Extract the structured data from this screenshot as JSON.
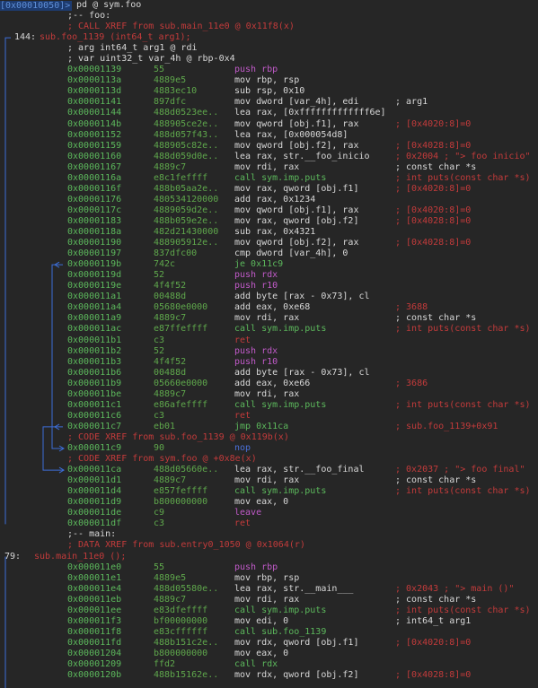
{
  "command": {
    "prompt": "[0x00010050]>",
    "text": " pd @ sym.foo"
  },
  "lines": [
    {
      "addr": "",
      "bytes": "",
      "op": ";-- foo:",
      "cmt": "",
      "kind": "label"
    },
    {
      "addr": "",
      "bytes": "",
      "op": "; CALL XREF from sub.main_11e0 @ 0x11f8(x)",
      "cmt": "",
      "kind": "xref"
    },
    {
      "addr": "144:",
      "bytes": "",
      "op": "sub.foo_1139 (int64_t arg1);",
      "cmt": "",
      "kind": "fn"
    },
    {
      "addr": "",
      "bytes": "",
      "op": "; arg int64_t arg1 @ rdi",
      "cmt": "",
      "kind": "arg"
    },
    {
      "addr": "",
      "bytes": "",
      "op": "; var uint32_t var_4h @ rbp-0x4",
      "cmt": "",
      "kind": "arg"
    },
    {
      "addr": "0x00001139",
      "bytes": "55",
      "op": "push rbp",
      "cmt": "",
      "kind": "push"
    },
    {
      "addr": "0x0000113a",
      "bytes": "4889e5",
      "op": "mov rbp, rsp",
      "cmt": "",
      "kind": "ins"
    },
    {
      "addr": "0x0000113d",
      "bytes": "4883ec10",
      "op": "sub rsp, 0x10",
      "cmt": "",
      "kind": "ins"
    },
    {
      "addr": "0x00001141",
      "bytes": "897dfc",
      "op": "mov dword [var_4h], edi",
      "cmt": "; arg1",
      "kind": "ins",
      "cmtc": "w"
    },
    {
      "addr": "0x00001144",
      "bytes": "488d0523ee..",
      "op": "lea rax, [0xfffffffffffff6e]",
      "cmt": "",
      "kind": "ins"
    },
    {
      "addr": "0x0000114b",
      "bytes": "488905ce2e..",
      "op": "mov qword [obj.f1], rax",
      "cmt": "; [0x4020:8]=0",
      "kind": "ins",
      "cmtc": "r"
    },
    {
      "addr": "0x00001152",
      "bytes": "488d057f43..",
      "op": "lea rax, [0x000054d8]",
      "cmt": "",
      "kind": "ins"
    },
    {
      "addr": "0x00001159",
      "bytes": "488905c82e..",
      "op": "mov qword [obj.f2], rax",
      "cmt": "; [0x4028:8]=0",
      "kind": "ins",
      "cmtc": "r"
    },
    {
      "addr": "0x00001160",
      "bytes": "488d059d0e..",
      "op": "lea rax, str.__foo_inicio",
      "cmt": "; 0x2004 ; \"> foo inicio\"",
      "kind": "ins",
      "cmtc": "r"
    },
    {
      "addr": "0x00001167",
      "bytes": "4889c7",
      "op": "mov rdi, rax",
      "cmt": "; const char *s",
      "kind": "ins",
      "cmtc": "w"
    },
    {
      "addr": "0x0000116a",
      "bytes": "e8c1feffff",
      "op": "call sym.imp.puts",
      "cmt": "; int puts(const char *s)",
      "kind": "call",
      "cmtc": "r"
    },
    {
      "addr": "0x0000116f",
      "bytes": "488b05aa2e..",
      "op": "mov rax, qword [obj.f1]",
      "cmt": "; [0x4020:8]=0",
      "kind": "ins",
      "cmtc": "r"
    },
    {
      "addr": "0x00001176",
      "bytes": "480534120000",
      "op": "add rax, 0x1234",
      "cmt": "",
      "kind": "ins"
    },
    {
      "addr": "0x0000117c",
      "bytes": "4889059d2e..",
      "op": "mov qword [obj.f1], rax",
      "cmt": "; [0x4020:8]=0",
      "kind": "ins",
      "cmtc": "r"
    },
    {
      "addr": "0x00001183",
      "bytes": "488b059e2e..",
      "op": "mov rax, qword [obj.f2]",
      "cmt": "; [0x4028:8]=0",
      "kind": "ins",
      "cmtc": "r"
    },
    {
      "addr": "0x0000118a",
      "bytes": "482d21430000",
      "op": "sub rax, 0x4321",
      "cmt": "",
      "kind": "ins"
    },
    {
      "addr": "0x00001190",
      "bytes": "488905912e..",
      "op": "mov qword [obj.f2], rax",
      "cmt": "; [0x4028:8]=0",
      "kind": "ins",
      "cmtc": "r"
    },
    {
      "addr": "0x00001197",
      "bytes": "837dfc00",
      "op": "cmp dword [var_4h], 0",
      "cmt": "",
      "kind": "ins"
    },
    {
      "addr": "0x0000119b",
      "bytes": "742c",
      "op": "je 0x11c9",
      "cmt": "",
      "kind": "jmp"
    },
    {
      "addr": "0x0000119d",
      "bytes": "52",
      "op": "push rdx",
      "cmt": "",
      "kind": "push"
    },
    {
      "addr": "0x0000119e",
      "bytes": "4f4f52",
      "op": "push r10",
      "cmt": "",
      "kind": "push"
    },
    {
      "addr": "0x000011a1",
      "bytes": "00488d",
      "op": "add byte [rax - 0x73], cl",
      "cmt": "",
      "kind": "ins"
    },
    {
      "addr": "0x000011a4",
      "bytes": "05680e0000",
      "op": "add eax, 0xe68",
      "cmt": "; 3688",
      "kind": "ins",
      "cmtc": "r"
    },
    {
      "addr": "0x000011a9",
      "bytes": "4889c7",
      "op": "mov rdi, rax",
      "cmt": "; const char *s",
      "kind": "ins",
      "cmtc": "w"
    },
    {
      "addr": "0x000011ac",
      "bytes": "e87ffeffff",
      "op": "call sym.imp.puts",
      "cmt": "; int puts(const char *s)",
      "kind": "call",
      "cmtc": "r"
    },
    {
      "addr": "0x000011b1",
      "bytes": "c3",
      "op": "ret",
      "cmt": "",
      "kind": "ret"
    },
    {
      "addr": "0x000011b2",
      "bytes": "52",
      "op": "push rdx",
      "cmt": "",
      "kind": "push"
    },
    {
      "addr": "0x000011b3",
      "bytes": "4f4f52",
      "op": "push r10",
      "cmt": "",
      "kind": "push"
    },
    {
      "addr": "0x000011b6",
      "bytes": "00488d",
      "op": "add byte [rax - 0x73], cl",
      "cmt": "",
      "kind": "ins"
    },
    {
      "addr": "0x000011b9",
      "bytes": "05660e0000",
      "op": "add eax, 0xe66",
      "cmt": "; 3686",
      "kind": "ins",
      "cmtc": "r"
    },
    {
      "addr": "0x000011be",
      "bytes": "4889c7",
      "op": "mov rdi, rax",
      "cmt": "",
      "kind": "ins"
    },
    {
      "addr": "0x000011c1",
      "bytes": "e86afeffff",
      "op": "call sym.imp.puts",
      "cmt": "; int puts(const char *s)",
      "kind": "call",
      "cmtc": "r"
    },
    {
      "addr": "0x000011c6",
      "bytes": "c3",
      "op": "ret",
      "cmt": "",
      "kind": "ret"
    },
    {
      "addr": "0x000011c7",
      "bytes": "eb01",
      "op": "jmp 0x11ca",
      "cmt": "; sub.foo_1139+0x91",
      "kind": "jmp",
      "cmtc": "r"
    },
    {
      "addr": "",
      "bytes": "",
      "op": "; CODE XREF from sub.foo_1139 @ 0x119b(x)",
      "cmt": "",
      "kind": "xref"
    },
    {
      "addr": "0x000011c9",
      "bytes": "90",
      "op": "nop",
      "cmt": "",
      "kind": "nop"
    },
    {
      "addr": "",
      "bytes": "",
      "op": "; CODE XREF from sym.foo @ +0x8e(x)",
      "cmt": "",
      "kind": "xref"
    },
    {
      "addr": "0x000011ca",
      "bytes": "488d05660e..",
      "op": "lea rax, str.__foo_final",
      "cmt": "; 0x2037 ; \"> foo final\"",
      "kind": "ins",
      "cmtc": "r"
    },
    {
      "addr": "0x000011d1",
      "bytes": "4889c7",
      "op": "mov rdi, rax",
      "cmt": "; const char *s",
      "kind": "ins",
      "cmtc": "w"
    },
    {
      "addr": "0x000011d4",
      "bytes": "e857feffff",
      "op": "call sym.imp.puts",
      "cmt": "; int puts(const char *s)",
      "kind": "call",
      "cmtc": "r"
    },
    {
      "addr": "0x000011d9",
      "bytes": "b800000000",
      "op": "mov eax, 0",
      "cmt": "",
      "kind": "ins"
    },
    {
      "addr": "0x000011de",
      "bytes": "c9",
      "op": "leave",
      "cmt": "",
      "kind": "push"
    },
    {
      "addr": "0x000011df",
      "bytes": "c3",
      "op": "ret",
      "cmt": "",
      "kind": "ret"
    },
    {
      "addr": "",
      "bytes": "",
      "op": ";-- main:",
      "cmt": "",
      "kind": "label"
    },
    {
      "addr": "",
      "bytes": "",
      "op": "; DATA XREF from sub.entry0_1050 @ 0x1064(r)",
      "cmt": "",
      "kind": "xref"
    },
    {
      "addr": "79:",
      "bytes": "",
      "op": "sub.main_11e0 ();",
      "cmt": "",
      "kind": "fn"
    },
    {
      "addr": "0x000011e0",
      "bytes": "55",
      "op": "push rbp",
      "cmt": "",
      "kind": "push"
    },
    {
      "addr": "0x000011e1",
      "bytes": "4889e5",
      "op": "mov rbp, rsp",
      "cmt": "",
      "kind": "ins"
    },
    {
      "addr": "0x000011e4",
      "bytes": "488d05580e..",
      "op": "lea rax, str.__main___",
      "cmt": "; 0x2043 ; \"> main ()\"",
      "kind": "ins",
      "cmtc": "r"
    },
    {
      "addr": "0x000011eb",
      "bytes": "4889c7",
      "op": "mov rdi, rax",
      "cmt": "; const char *s",
      "kind": "ins",
      "cmtc": "w"
    },
    {
      "addr": "0x000011ee",
      "bytes": "e83dfeffff",
      "op": "call sym.imp.puts",
      "cmt": "; int puts(const char *s)",
      "kind": "call",
      "cmtc": "r"
    },
    {
      "addr": "0x000011f3",
      "bytes": "bf00000000",
      "op": "mov edi, 0",
      "cmt": "; int64_t arg1",
      "kind": "ins",
      "cmtc": "w"
    },
    {
      "addr": "0x000011f8",
      "bytes": "e83cffffff",
      "op": "call sub.foo_1139",
      "cmt": "",
      "kind": "call"
    },
    {
      "addr": "0x000011fd",
      "bytes": "488b151c2e..",
      "op": "mov rdx, qword [obj.f1]",
      "cmt": "; [0x4020:8]=0",
      "kind": "ins",
      "cmtc": "r"
    },
    {
      "addr": "0x00001204",
      "bytes": "b800000000",
      "op": "mov eax, 0",
      "cmt": "",
      "kind": "ins"
    },
    {
      "addr": "0x00001209",
      "bytes": "ffd2",
      "op": "call rdx",
      "cmt": "",
      "kind": "call"
    },
    {
      "addr": "0x0000120b",
      "bytes": "488b15162e..",
      "op": "mov rdx, qword [obj.f2]",
      "cmt": "; [0x4028:8]=0",
      "kind": "ins",
      "cmtc": "r"
    }
  ]
}
